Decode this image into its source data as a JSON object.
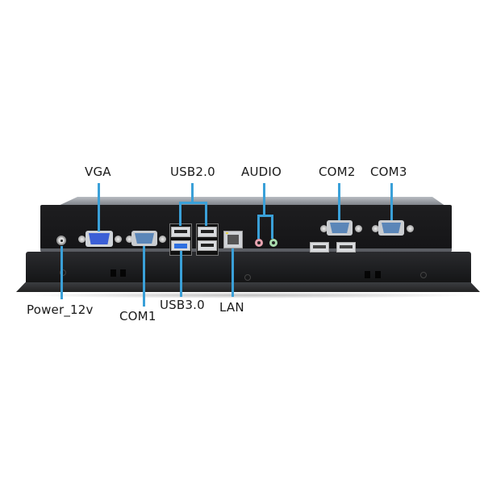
{
  "figure": {
    "subject": "Industrial panel PC rear I/O panel",
    "top_labels": {
      "vga": "VGA",
      "usb2": "USB2.0",
      "audio": "AUDIO",
      "com2": "COM2",
      "com3": "COM3"
    },
    "bottom_labels": {
      "power": "Power_12v",
      "com1": "COM1",
      "usb3": "USB3.0",
      "lan": "LAN"
    },
    "colors": {
      "callout_line": "#3aa0d8",
      "chassis": "#1a1b1d",
      "usb3_tongue": "#2e6fe0",
      "vga_port": "#3b5fd6",
      "com_port": "#5b86b8",
      "audio_pink": "#e8a3b0",
      "audio_green": "#a9dcae"
    }
  }
}
